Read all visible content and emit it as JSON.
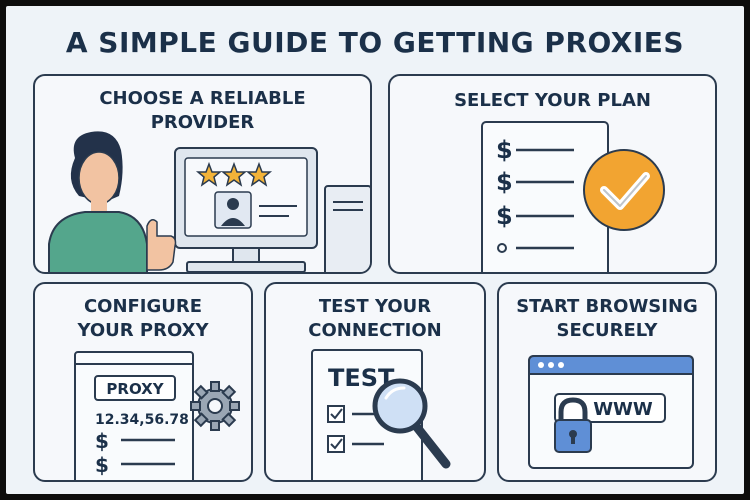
{
  "title": "A SIMPLE GUIDE TO GETTING PROXIES",
  "steps": [
    {
      "title_line1": "CHOOSE A RELIABLE",
      "title_line2": "PROVIDER"
    },
    {
      "title_line1": "SELECT YOUR PLAN"
    },
    {
      "title_line1": "CONFIGURE",
      "title_line2": "YOUR PROXY",
      "field_label": "PROXY",
      "ip_address": "12.34,56.78",
      "currency_symbol": "$"
    },
    {
      "title_line1": "TEST YOUR",
      "title_line2": "CONNECTION",
      "doc_label": "TEST"
    },
    {
      "title_line1": "START BROWSING",
      "title_line2": "SECURELY",
      "url_text": "WWW"
    }
  ],
  "plan_symbols": [
    "$",
    "$",
    "$"
  ],
  "colors": {
    "title": "#1b3049",
    "outline": "#2b3b4f",
    "card_bg": "#f6f8fb",
    "accent_orange": "#f2a431",
    "accent_blue": "#5f8fd6",
    "sweater_green": "#54a68c",
    "star_gold": "#f3b338"
  },
  "icons": [
    "person-icon",
    "computer-icon",
    "star-icon",
    "document-icon",
    "check-badge-icon",
    "gear-icon",
    "magnifier-icon",
    "checkbox-icon",
    "browser-window-icon",
    "padlock-icon"
  ]
}
